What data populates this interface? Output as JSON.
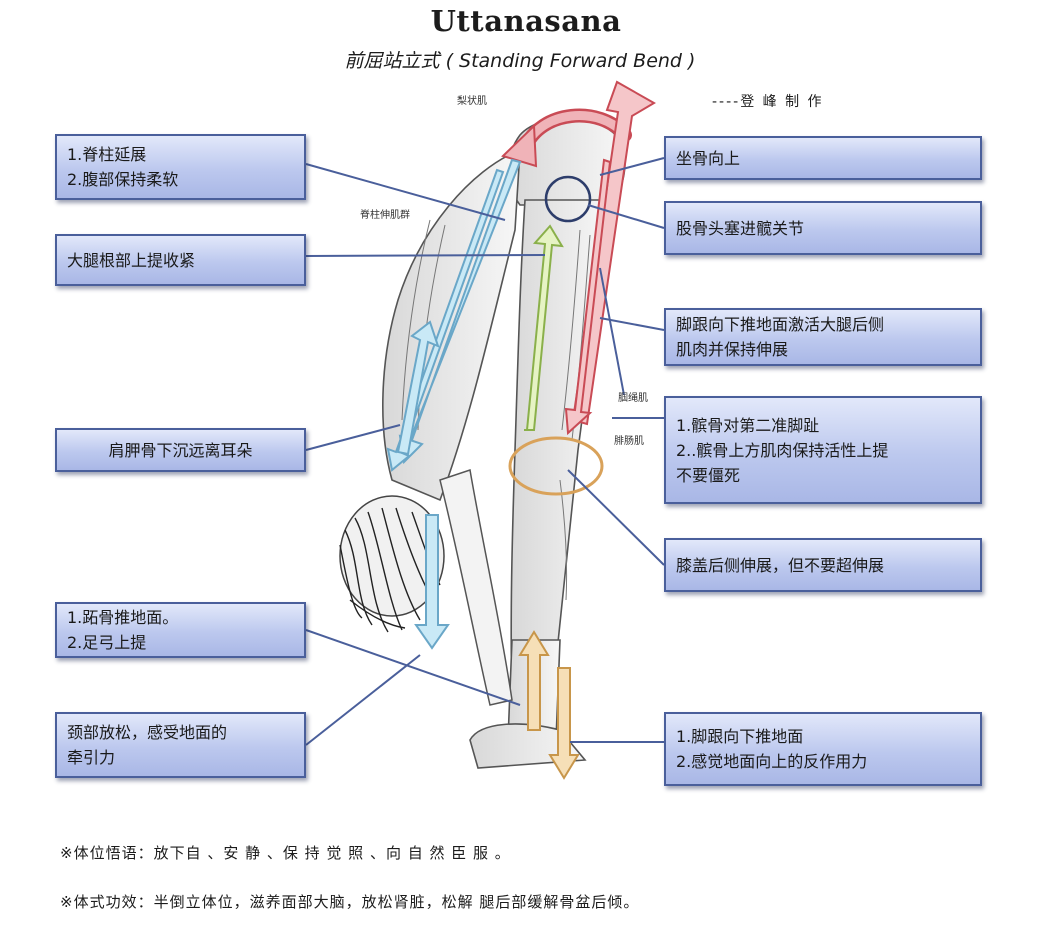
{
  "title": "Uttanasana",
  "subtitle": "前屈站立式 ( Standing Forward Bend )",
  "credit": "----登 峰 制 作",
  "muscles": {
    "piriformis": "梨状肌",
    "erector_spinae": "脊柱伸肌群",
    "hamstrings": "腘绳肌",
    "gastrocnemius": "腓肠肌"
  },
  "left_boxes": {
    "spine": [
      "1.脊柱延展",
      "2.腹部保持柔软"
    ],
    "thigh_root": [
      "大腿根部上提收紧"
    ],
    "shoulder_blades": [
      "肩胛骨下沉远离耳朵"
    ],
    "metatarsal": [
      "1.跖骨推地面。",
      "2.足弓上提"
    ],
    "neck": [
      "颈部放松，感受地面的",
      "牵引力"
    ]
  },
  "right_boxes": {
    "sit_bones": [
      "坐骨向上"
    ],
    "femur_head": [
      "股骨头塞进髋关节"
    ],
    "heels_hamstrings": [
      "脚跟向下推地面激活大腿后侧",
      "肌肉并保持伸展"
    ],
    "kneecap": [
      "1.髌骨对第二准脚趾",
      "2..髌骨上方肌肉保持活性上提",
      "不要僵死"
    ],
    "knee_back": [
      "膝盖后侧伸展，但不要超伸展"
    ],
    "heels_ground": [
      "1.脚跟向下推地面",
      "2.感觉地面向上的反作用力"
    ]
  },
  "footer": {
    "line1": "※体位悟语：放下自 、安 静 、保 持 觉 照 、向 自 然 臣 服 。",
    "line2": "※体式功效：半倒立体位，滋养面部大脑，放松肾脏，松解 腿后部缓解骨盆后倾。"
  },
  "colors": {
    "box_border": "#4a5f9b",
    "arrow_red": "#e8a3a8",
    "arrow_blue": "#b7dff0",
    "arrow_green": "#dff0b5",
    "arrow_orange": "#f0d3a6",
    "connector": "#4a5f9b"
  }
}
